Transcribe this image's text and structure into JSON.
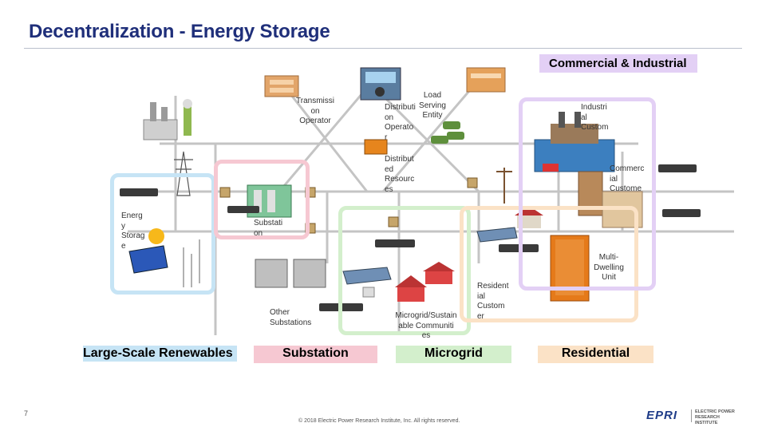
{
  "title": "Decentralization - Energy Storage",
  "categories": {
    "commercial": "Commercial & Industrial",
    "large_scale": "Large-Scale Renewables",
    "substation": "Substation",
    "microgrid": "Microgrid",
    "residential": "Residential"
  },
  "labels": {
    "transmission_operator": "Transmissi\non\nOperator",
    "load_serving_entity": "Load\nServing\nEntity",
    "distribution_operator": "Distributi\non\nOperato\nr",
    "industrial_customer": "Industri\nal\nCustom",
    "distributed_resources": "Distribut\ned\nResourc\nes",
    "commercial_customer": "Commerc\nial\nCustome",
    "energy_storage": "Energ\ny\nStorag\ne",
    "substation_node": "Substati\non",
    "multi_dwelling_unit": "Multi-\nDwelling\nUnit",
    "residential_customer": "Resident\nial\nCustom\ner",
    "other_substations": "Other\nSubstations",
    "microgrid_communities": "Microgrid/Sustain\nable Communiti\nes"
  },
  "footer": {
    "page_number": "7",
    "copyright": "© 2018 Electric Power Research Institute, Inc. All rights reserved.",
    "logo_text": "EPRI",
    "logo_tagline": "ELECTRIC POWER\nRESEARCH INSTITUTE"
  },
  "colors": {
    "title": "#1f2f7a",
    "commercial": "#e3d0f5",
    "large_scale": "#c6e4f5",
    "substation": "#f6c8d2",
    "microgrid": "#d3efcc",
    "residential": "#fbe2c6",
    "epri_blue": "#1f3c88"
  }
}
